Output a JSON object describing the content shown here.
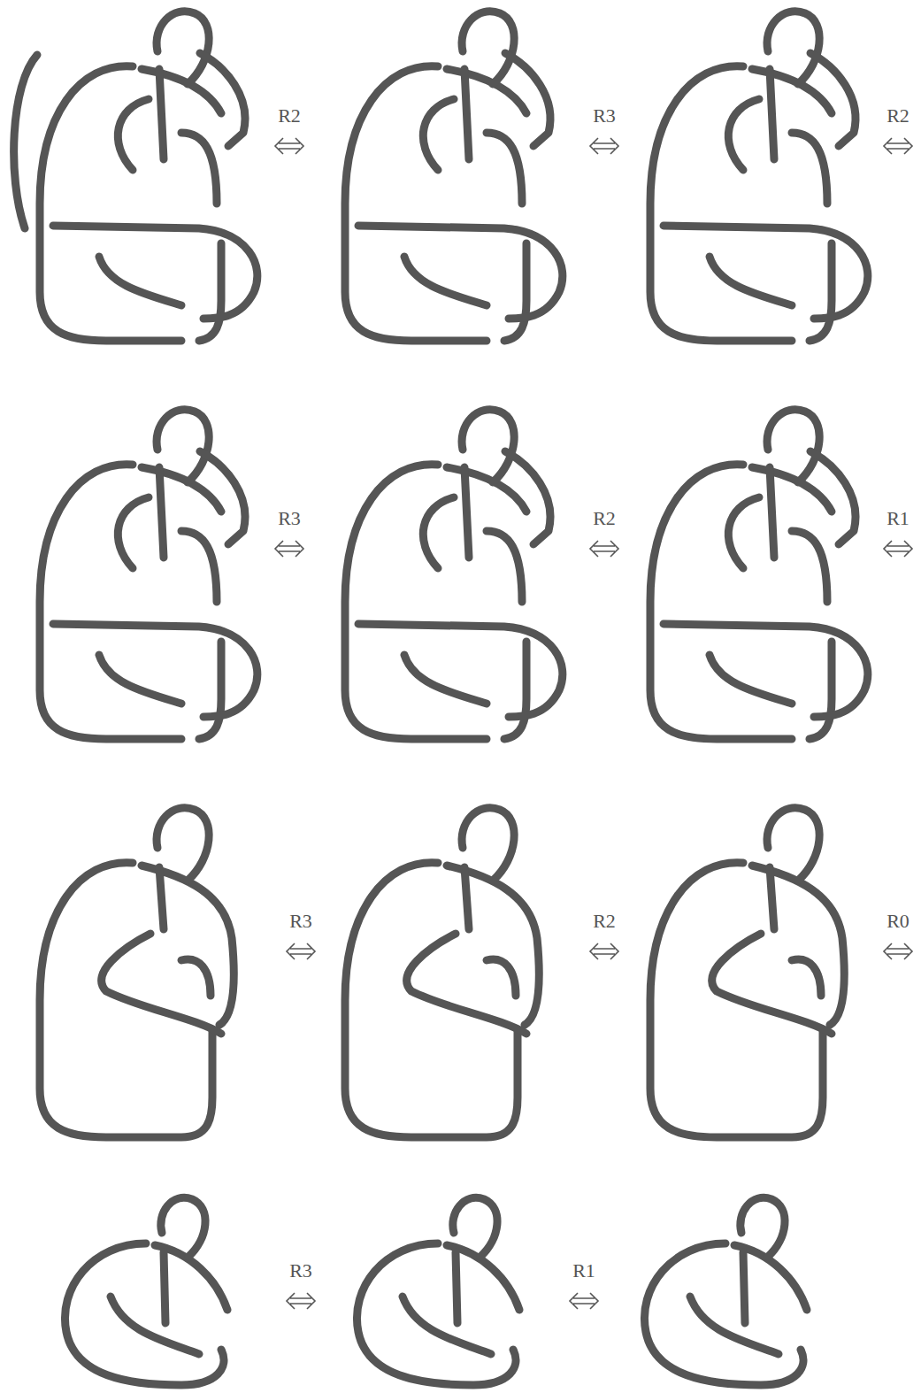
{
  "diagram": {
    "labels": [
      "R2",
      "R3",
      "R2",
      "R3",
      "R2",
      "R1",
      "R3",
      "R2",
      "R0",
      "R3",
      "R1"
    ]
  }
}
